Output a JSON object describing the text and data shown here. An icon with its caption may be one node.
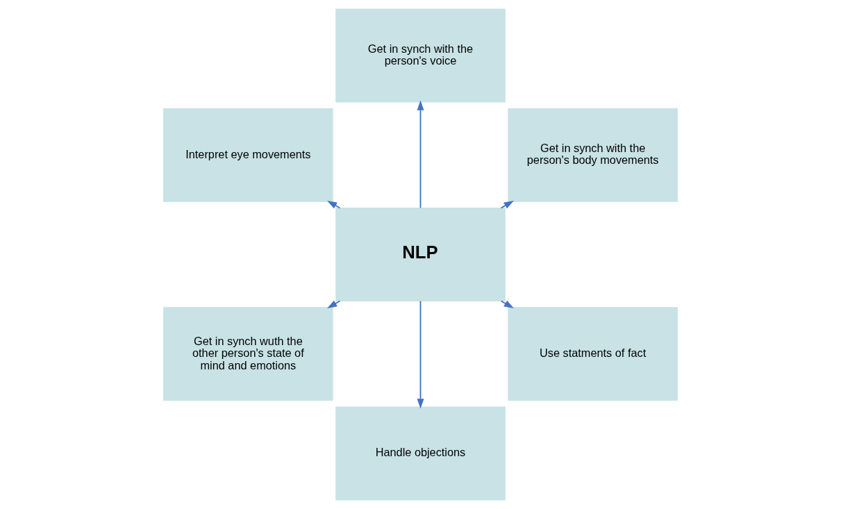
{
  "diagram": {
    "nodes": [
      {
        "text": [
          "Get in synch with the person's body movements"
        ]
      },
      {
        "text": [
          "Get in synch with the person's voice"
        ]
      },
      {
        "text": [
          "Interpret eye movements"
        ]
      },
      {
        "text": [
          "NLP"
        ]
      },
      {
        "text": [
          "Get in synch wuth the other person's state of mind and emotions"
        ]
      },
      {
        "text": [
          "Handle objections"
        ]
      },
      {
        "text": [
          "Use statments of fact"
        ]
      }
    ],
    "edges": [
      {
        "from": 3,
        "to": 0,
        "arrow": "to"
      },
      {
        "from": 3,
        "to": 1,
        "arrow": "to"
      },
      {
        "from": 3,
        "to": 2,
        "arrow": "to"
      },
      {
        "from": 3,
        "to": 4,
        "arrow": "to"
      },
      {
        "from": 3,
        "to": 5,
        "arrow": "to"
      },
      {
        "from": 3,
        "to": 6,
        "arrow": "to"
      }
    ]
  }
}
